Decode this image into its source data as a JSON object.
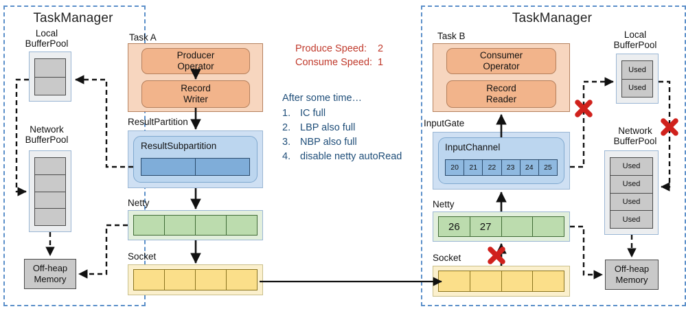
{
  "diagram": {
    "title_left": "TaskManager",
    "title_right": "TaskManager",
    "left": {
      "local_pool_label_l1": "Local",
      "local_pool_label_l2": "BufferPool",
      "local_pool_cells": [
        "",
        ""
      ],
      "network_pool_label_l1": "Network",
      "network_pool_label_l2": "BufferPool",
      "network_pool_cells": [
        "",
        "",
        "",
        ""
      ],
      "offheap_l1": "Off-heap",
      "offheap_l2": "Memory",
      "task_label": "Task A",
      "operator_top_l1": "Producer",
      "operator_top_l2": "Operator",
      "operator_bottom_l1": "Record",
      "operator_bottom_l2": "Writer",
      "result_partition_label": "ResultPartition",
      "result_subpartition_label": "ResultSubpartition",
      "result_subpartition_cells": [
        "",
        ""
      ],
      "netty_label": "Netty",
      "netty_cells": [
        "",
        "",
        "",
        ""
      ],
      "socket_label": "Socket",
      "socket_cells": [
        "",
        "",
        "",
        ""
      ]
    },
    "right": {
      "local_pool_label_l1": "Local",
      "local_pool_label_l2": "BufferPool",
      "local_pool_cells": [
        "Used",
        "Used"
      ],
      "network_pool_label_l1": "Network",
      "network_pool_label_l2": "BufferPool",
      "network_pool_cells": [
        "Used",
        "Used",
        "Used",
        "Used"
      ],
      "offheap_l1": "Off-heap",
      "offheap_l2": "Memory",
      "task_label": "Task B",
      "operator_top_l1": "Consumer",
      "operator_top_l2": "Operator",
      "operator_bottom_l1": "Record",
      "operator_bottom_l2": "Reader",
      "input_gate_label": "InputGate",
      "input_channel_label": "InputChannel",
      "input_channel_cells": [
        "20",
        "21",
        "22",
        "23",
        "24",
        "25"
      ],
      "netty_label": "Netty",
      "netty_cells": [
        "26",
        "27",
        "",
        ""
      ],
      "socket_label": "Socket",
      "socket_cells": [
        "",
        "",
        "",
        ""
      ]
    },
    "notes": {
      "produce_key": "Produce Speed:",
      "produce_value": "2",
      "consume_key": "Consume Speed:",
      "consume_value": "1",
      "after_heading": "After some time…",
      "steps": [
        {
          "n": "1.",
          "text": "IC  full"
        },
        {
          "n": "2.",
          "text": "LBP also full"
        },
        {
          "n": "3.",
          "text": "NBP also full"
        },
        {
          "n": "4.",
          "text": "disable netty autoRead"
        }
      ]
    },
    "blocked_markers": 3,
    "colors": {
      "panel_border": "#5b8fc9",
      "note_red": "#c0392b",
      "note_blue": "#1f4e79",
      "task_fill": "#f7d6bf",
      "operator_fill": "#f2b48b",
      "partition_fill": "#cfe0f3",
      "netty_fill": "#bcdcae",
      "socket_fill": "#fbdf8a",
      "pool_fill": "#c9c9c9",
      "block_mark": "#d0211c"
    }
  }
}
